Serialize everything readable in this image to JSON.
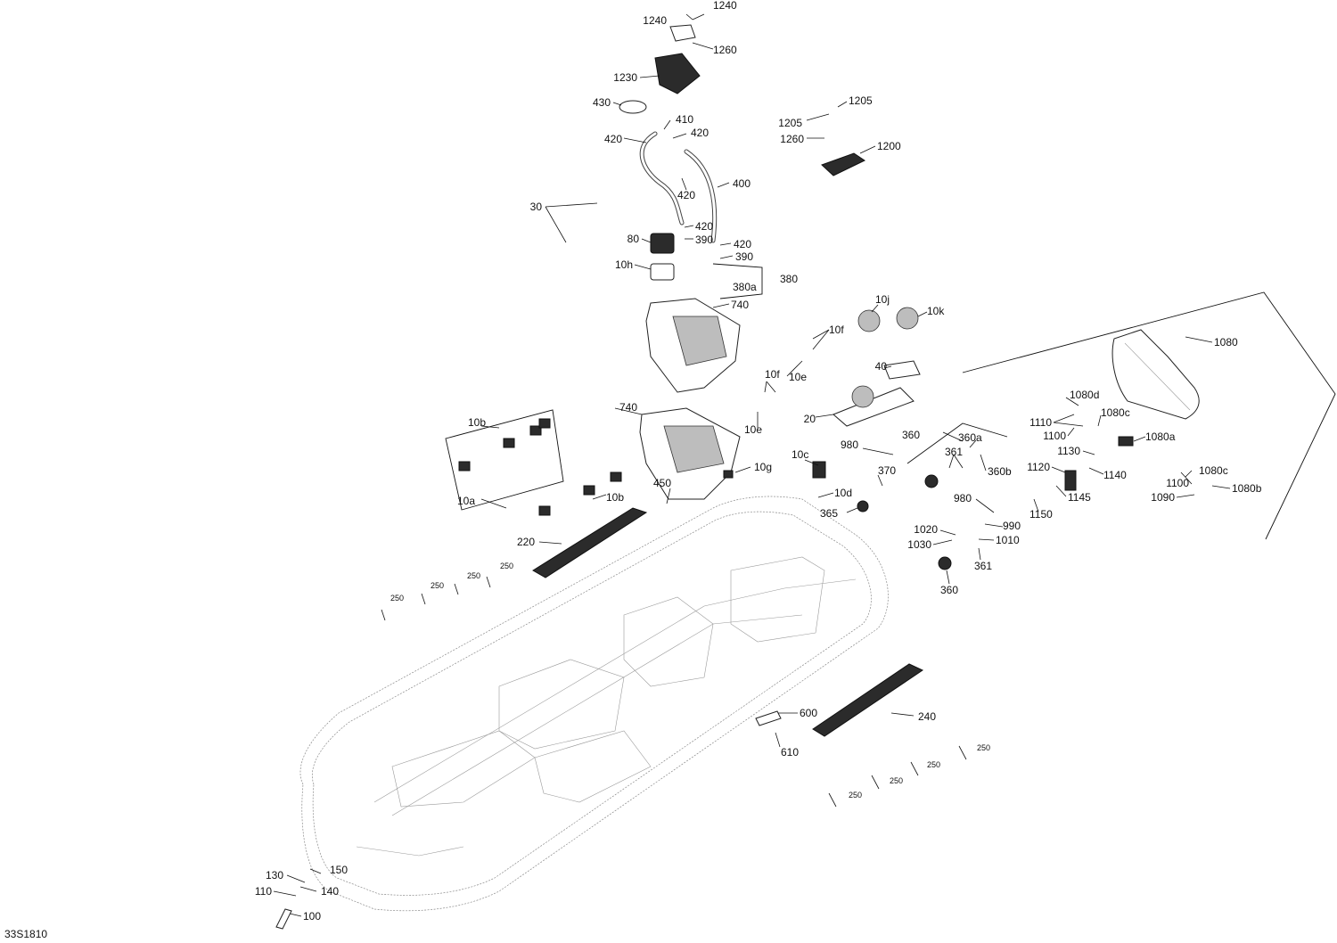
{
  "diagram": {
    "reference_code": "33S1810",
    "callouts": [
      "1240",
      "1240",
      "1260",
      "1230",
      "430",
      "410",
      "420",
      "420",
      "420",
      "400",
      "420",
      "390",
      "420",
      "390",
      "30",
      "80",
      "10h",
      "380",
      "380a",
      "740",
      "1205",
      "1205",
      "1260",
      "1200",
      "10j",
      "10k",
      "1080",
      "10f",
      "10e",
      "10f",
      "10e",
      "40",
      "20",
      "740",
      "10b",
      "10a",
      "10b",
      "10g",
      "450",
      "220",
      "980",
      "10c",
      "370",
      "10d",
      "365",
      "360",
      "360a",
      "361",
      "360b",
      "980",
      "990",
      "1020",
      "1030",
      "1010",
      "361",
      "360",
      "1080d",
      "1110",
      "1100",
      "1080c",
      "1080a",
      "1130",
      "1120",
      "1140",
      "1145",
      "1150",
      "1100",
      "1080c",
      "1080b",
      "1090",
      "250",
      "250",
      "250",
      "250",
      "600",
      "610",
      "240",
      "250",
      "250",
      "250",
      "250",
      "130",
      "150",
      "110",
      "140",
      "100"
    ]
  }
}
